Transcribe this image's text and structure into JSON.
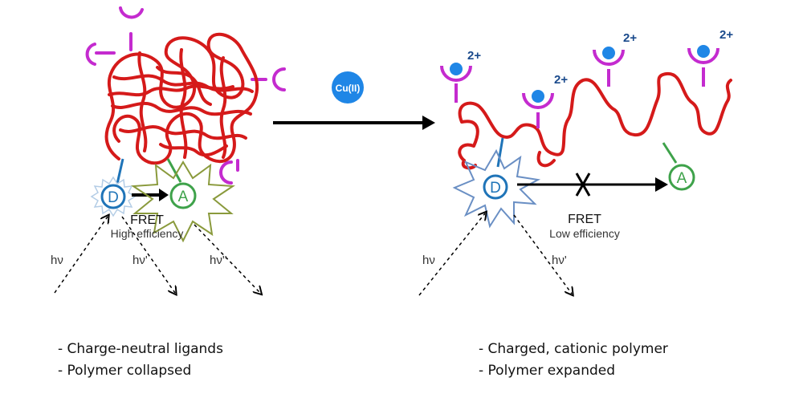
{
  "colors": {
    "polymer": "#d51a1a",
    "ligand": "#c42bcf",
    "metal": "#1f86e6",
    "donor": "#1f74b8",
    "acceptor": "#3ea24a",
    "acceptor_burst": "#8a9a3c",
    "arrow": "#000000",
    "text": "#111111"
  },
  "reagent": {
    "label": "Cu(II)"
  },
  "left_panel": {
    "donor_label": "D",
    "acceptor_label": "A",
    "fret_title": "FRET",
    "fret_subtitle": "High efficiency",
    "hv_in": "hν",
    "hv_donor": "hν'",
    "hv_acceptor": "hν''",
    "bullets": [
      "- Charge-neutral ligands",
      "- Polymer collapsed"
    ]
  },
  "right_panel": {
    "donor_label": "D",
    "acceptor_label": "A",
    "charge_label": "2+",
    "fret_title": "FRET",
    "fret_subtitle": "Low efficiency",
    "hv_in": "hν",
    "hv_donor": "hν'",
    "bullets": [
      "- Charged, cationic polymer",
      "- Polymer expanded"
    ]
  }
}
